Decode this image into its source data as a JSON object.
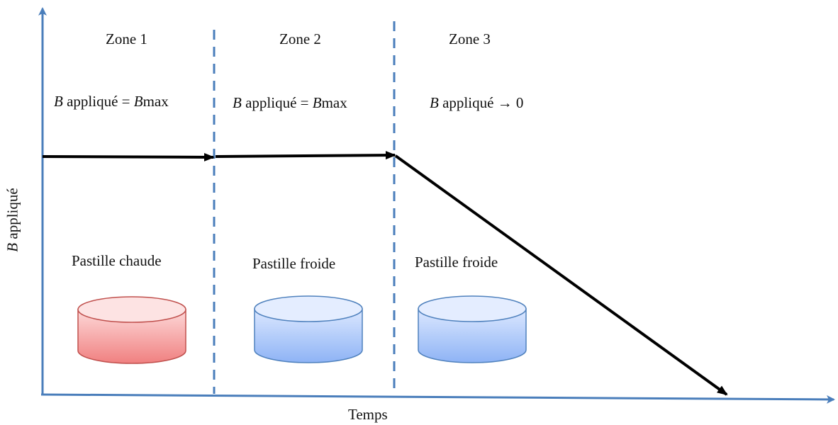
{
  "axes": {
    "y_label_var": "B",
    "y_label_text": " appliqué",
    "x_label": "Temps"
  },
  "zones": [
    {
      "title": "Zone 1",
      "condition_var": "B",
      "condition_text": " appliqué = ",
      "condition_var2": "B",
      "condition_tail": "max",
      "pellet_label": "Pastille chaude",
      "pellet_state": "hot"
    },
    {
      "title": "Zone 2",
      "condition_var": "B",
      "condition_text": " appliqué = ",
      "condition_var2": "B",
      "condition_tail": "max",
      "pellet_label": "Pastille froide",
      "pellet_state": "cold"
    },
    {
      "title": "Zone 3",
      "condition_var": "B",
      "condition_text": " appliqué ",
      "condition_var2": "",
      "condition_tail": " → 0",
      "pellet_label": "Pastille froide",
      "pellet_state": "cold"
    }
  ],
  "colors": {
    "axis": "#4a7ebb",
    "divider": "#4a7ebb",
    "curve": "#000000",
    "hot_fill_top": "#fdd9d9",
    "hot_fill_bottom": "#f08080",
    "hot_stroke": "#c0504d",
    "cold_fill_top": "#dce8ff",
    "cold_fill_bottom": "#8eb3f5",
    "cold_stroke": "#4f81bd"
  }
}
